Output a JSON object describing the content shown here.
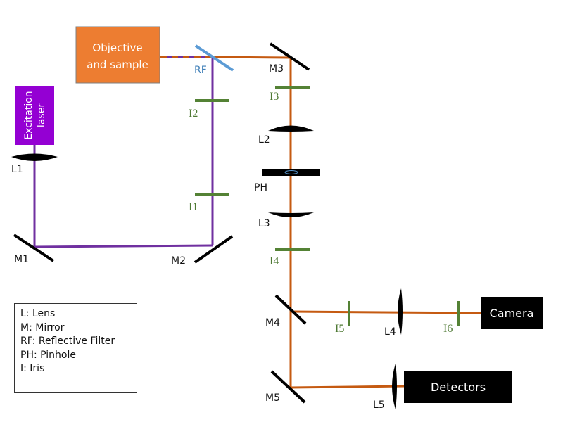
{
  "colors": {
    "excitation_beam": "#7030a0",
    "emission_beam": "#c55a11",
    "iris": "#548235",
    "reflective_filter": "#5b9bd5",
    "objective_box": "#ed7d31",
    "laser_box": "#9400d3",
    "optic": "#000000"
  },
  "boxes": {
    "objective": {
      "line1": "Objective",
      "line2": "and sample"
    },
    "laser": {
      "line1": "Excitation",
      "line2": "laser"
    },
    "camera": "Camera",
    "detectors": "Detectors"
  },
  "labels": {
    "RF": "RF",
    "M1": "M1",
    "M2": "M2",
    "M3": "M3",
    "M4": "M4",
    "M5": "M5",
    "L1": "L1",
    "L2": "L2",
    "L3": "L3",
    "L4": "L4",
    "L5": "L5",
    "PH": "PH",
    "I1": "I1",
    "I2": "I2",
    "I3": "I3",
    "I4": "I4",
    "I5": "I5",
    "I6": "I6"
  },
  "legend": [
    "L: Lens",
    "M: Mirror",
    "RF: Reflective Filter",
    "PH: Pinhole",
    "I: Iris"
  ]
}
